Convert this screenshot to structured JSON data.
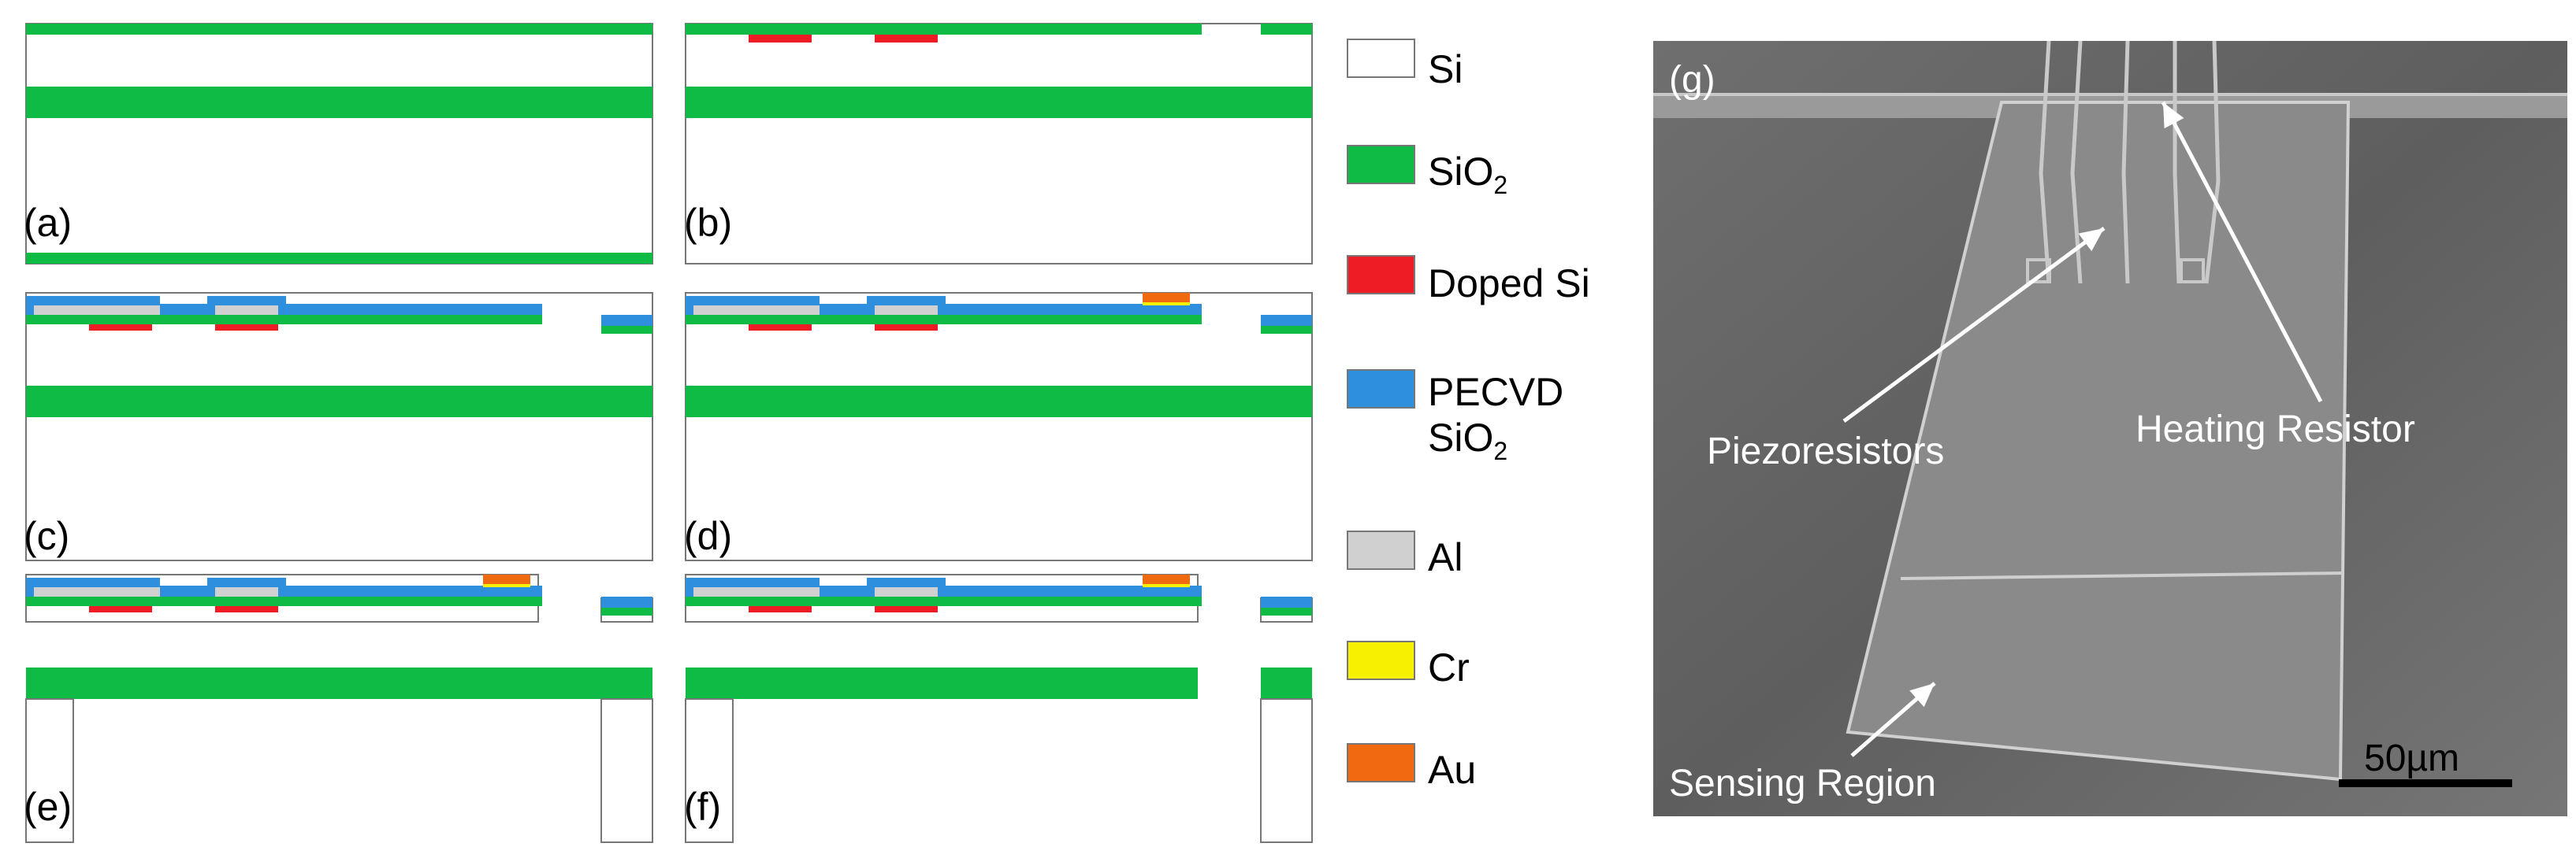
{
  "panels": {
    "a": "(a)",
    "b": "(b)",
    "c": "(c)",
    "d": "(d)",
    "e": "(e)",
    "f": "(f)",
    "g": "(g)"
  },
  "legend": {
    "items": [
      {
        "name": "Si",
        "color": "#ffffff"
      },
      {
        "name": "SiO",
        "sub": "2",
        "color": "#0dbb45"
      },
      {
        "name": "Doped Si",
        "color": "#ee1c24"
      },
      {
        "name": "PECVD",
        "name2": "SiO",
        "sub": "2",
        "color": "#2e8fdf"
      },
      {
        "name": "Al",
        "color": "#d0d0d0"
      },
      {
        "name": "Cr",
        "color": "#f7f100"
      },
      {
        "name": "Au",
        "color": "#f26a10"
      }
    ]
  },
  "sem": {
    "annotations": {
      "piezo": "Piezoresistors",
      "heater": "Heating Resistor",
      "sensing": "Sensing Region"
    },
    "scale_bar": "50µm"
  },
  "colors": {
    "sio2": "#0dbb45",
    "doped": "#ee1c24",
    "pecvd": "#2e8fdf",
    "al": "#d0d0d0",
    "cr": "#f7f100",
    "au": "#f26a10",
    "outline": "#777777"
  }
}
